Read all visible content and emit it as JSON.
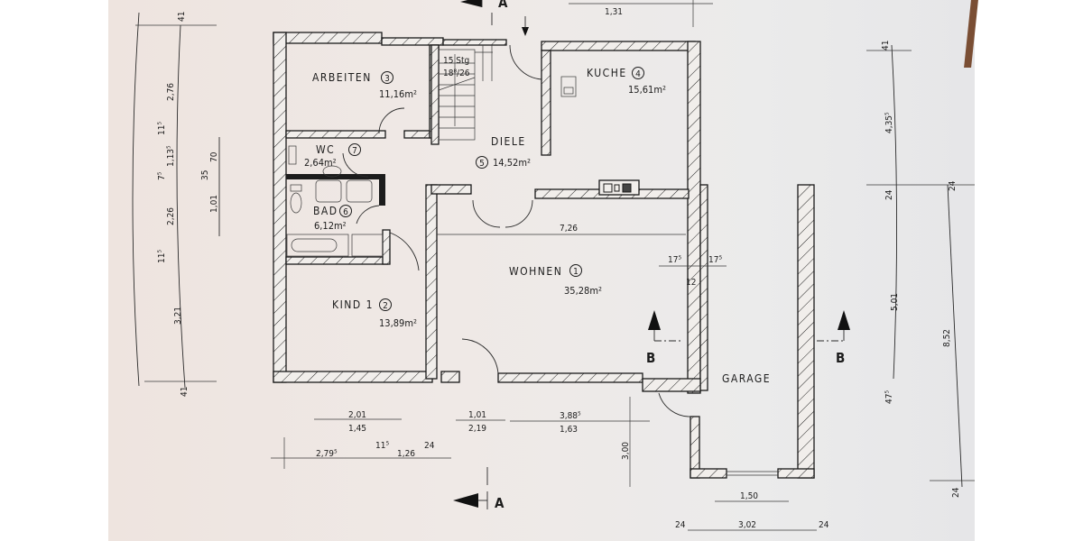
{
  "plan": {
    "rooms": [
      {
        "id": "arbeiten",
        "name": "ARBEITEN",
        "number": "3",
        "area": "11,16m²"
      },
      {
        "id": "kuche",
        "name": "KUCHE",
        "number": "4",
        "area": "15,61m²"
      },
      {
        "id": "diele",
        "name": "DIELE",
        "number": "5",
        "area": "14,52m²"
      },
      {
        "id": "wc",
        "name": "WC",
        "number": "7",
        "area": "2,64m²"
      },
      {
        "id": "bad",
        "name": "BAD",
        "number": "6",
        "area": "6,12m²"
      },
      {
        "id": "kind1",
        "name": "KIND 1",
        "number": "2",
        "area": "13,89m²"
      },
      {
        "id": "wohnen",
        "name": "WOHNEN",
        "number": "1",
        "area": "35,28m²"
      },
      {
        "id": "garage",
        "name": "GARAGE",
        "number": "",
        "area": ""
      }
    ],
    "stairs": {
      "steps": "15 Stg",
      "rise_run": "18⁸/26"
    },
    "section_marks": {
      "a": "A",
      "b": "B"
    },
    "dimensions": {
      "left_chain": [
        "41",
        "2,76",
        "11⁵",
        "1,13⁵",
        "7⁵",
        "2,26",
        "11⁵",
        "3,21",
        "41"
      ],
      "left_inner": [
        "70",
        "35",
        "1,01"
      ],
      "right_chain": [
        "41",
        "4,35⁵",
        "24",
        "5,01",
        "47⁵"
      ],
      "right_outer": [
        "24",
        "8,52",
        "24"
      ],
      "top": [
        "1,31"
      ],
      "wohnen_width": "7,26",
      "wall_pair": [
        "17⁵",
        "12",
        "17⁵"
      ],
      "bottom_row1": [
        {
          "top": "2,01",
          "bottom": "1,45"
        },
        {
          "top": "1,01",
          "bottom": "2,19"
        },
        {
          "top": "3,88⁵",
          "bottom": "1,63"
        }
      ],
      "bottom_row2": [
        "2,79⁵",
        "11⁵",
        "1,26",
        "24"
      ],
      "garage_depth": "3,00",
      "garage_door": "1,50",
      "garage_bottom": [
        "24",
        "3,02",
        "24"
      ]
    }
  }
}
